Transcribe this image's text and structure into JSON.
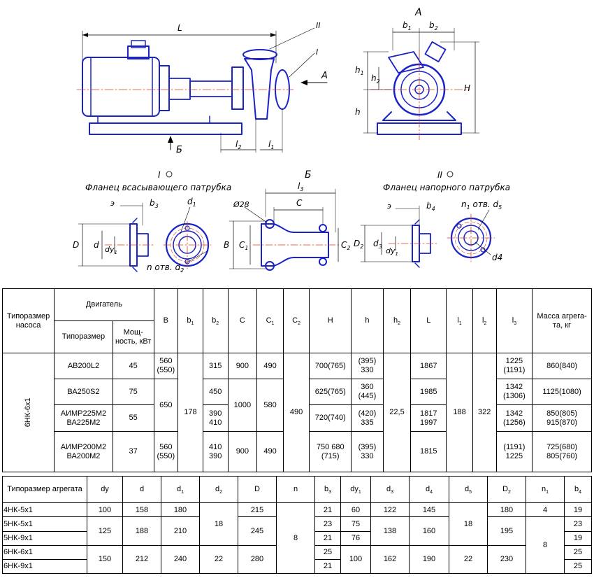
{
  "drawing": {
    "main_labels": {
      "L": "L",
      "II": "II",
      "I": "I",
      "A": "A",
      "B": "Б",
      "l2": "l",
      "l2_sub": "2",
      "l1": "l",
      "l1_sub": "1"
    },
    "side_view": {
      "title": "A",
      "b1": "b",
      "b1_sub": "1",
      "b2": "b",
      "b2_sub": "2",
      "h1": "h",
      "h1_sub": "1",
      "h2": "h",
      "h2_sub": "2",
      "h": "h",
      "H": "H"
    },
    "flange_in": {
      "caption_roman": "I",
      "caption": "Фланец всасывающего патрубка",
      "e": "э",
      "b3": "b",
      "b3_sub": "3",
      "D": "D",
      "d": "d",
      "dy": "dу",
      "dy_sub": "1",
      "d1": "d",
      "d1_sub": "1",
      "holes": "n отв. d",
      "holes_sub": "2"
    },
    "base": {
      "title": "Б",
      "phi": "Ø28",
      "l3": "l",
      "l3_sub": "3",
      "C": "C",
      "B": "B",
      "C1": "C",
      "C1_sub": "1",
      "C2": "C",
      "C2_sub": "2"
    },
    "flange_out": {
      "caption_roman": "II",
      "caption": "Фланец напорного патрубка",
      "e": "э",
      "b4": "b",
      "b4_sub": "4",
      "D2": "D",
      "D2_sub": "2",
      "d3": "d",
      "d3_sub": "3",
      "dy1": "dу",
      "dy1_sub": "1",
      "holes": "n",
      "holes_mid": "1",
      "holes_rest": " отв. d",
      "holes_sub": "5",
      "d4": "d4"
    }
  },
  "table1": {
    "h_pump": "Типоразмер насоса",
    "h_engine": "Двигатель",
    "h_type": "Типоразмер",
    "h_power": "Мощ-ность, кВт",
    "h_B": "B",
    "h_b1": "b",
    "h_b1s": "1",
    "h_b2": "b",
    "h_b2s": "2",
    "h_C": "C",
    "h_C1": "C",
    "h_C1s": "1",
    "h_C2": "C",
    "h_C2s": "2",
    "h_H": "H",
    "h_h": "h",
    "h_h2": "h",
    "h_h2s": "2",
    "h_L": "L",
    "h_l1": "l",
    "h_l1s": "1",
    "h_l2": "l",
    "h_l2s": "2",
    "h_l3": "l",
    "h_l3s": "3",
    "h_mass": "Масса агрега-та, кг",
    "pump": "6НК-6х1",
    "b1": "178",
    "C2": "490",
    "h2": "22,5",
    "l1": "188",
    "l2": "322",
    "rows": [
      {
        "type": "АВ200L2",
        "power": "45",
        "B": "560 (550)",
        "b2": "315",
        "C": "900",
        "C1": "490",
        "H": "700(765)",
        "h": "(395) 330",
        "L": "1867",
        "l3": "1225 (1191)",
        "mass": "860(840)"
      },
      {
        "type": "ВА250S2",
        "power": "75",
        "B": "",
        "b2": "450",
        "C": "",
        "C1": "",
        "H": "625(765)",
        "h": "360 (445)",
        "L": "1985",
        "l3": "1342 (1306)",
        "mass": "1125(1080)"
      },
      {
        "type": "АИМР225М2 ВА225М2",
        "power": "55",
        "B": "",
        "b2": "390 410",
        "C": "",
        "C1": "",
        "H": "720(740)",
        "h": "(420) 335",
        "L": "1817 1997",
        "l3": "1342 (1256)",
        "mass": "850(805) 915(870)"
      },
      {
        "type": "АИМР200М2 ВА200М2",
        "power": "37",
        "B": "560 (550)",
        "b2": "410 390",
        "C": "900",
        "C1": "490",
        "H": "750 680 (715)",
        "h": "(395) 330",
        "L": "1815",
        "l3": "(1191) 1225",
        "mass": "725(680) 805(760)"
      }
    ],
    "B_merged": "650",
    "C_merged": "1000",
    "C1_merged": "580"
  },
  "table2": {
    "h_agg": "Типоразмер агрегата",
    "h_dy": "dy",
    "h_d": "d",
    "h_d1": "d",
    "h_d1s": "1",
    "h_d2": "d",
    "h_d2s": "2",
    "h_D": "D",
    "h_n": "n",
    "h_b3": "b",
    "h_b3s": "3",
    "h_dy1": "dy",
    "h_dy1s": "1",
    "h_d3": "d",
    "h_d3s": "3",
    "h_d4": "d",
    "h_d4s": "4",
    "h_d5": "d",
    "h_d5s": "5",
    "h_D2": "D",
    "h_D2s": "2",
    "h_n1": "n",
    "h_n1s": "1",
    "h_b4": "b",
    "h_b4s": "4",
    "r1": {
      "agg": "4НК-5х1",
      "dy": "100",
      "d": "158",
      "d1": "180",
      "D": "215",
      "b3": "21",
      "dy1": "60",
      "d3": "122",
      "d4": "145",
      "D2": "180",
      "n1": "4",
      "b4": "19"
    },
    "r2": {
      "agg": "5НК-5х1",
      "b3": "23",
      "dy1": "75",
      "b4": "23"
    },
    "r3": {
      "agg": "5НК-9х1",
      "b3": "21",
      "dy1": "76",
      "b4": "19"
    },
    "r4": {
      "agg": "6НК-6х1",
      "b3": "25",
      "b4": "25"
    },
    "r5": {
      "agg": "6НК-9х1",
      "b3": "21",
      "b4": "25"
    },
    "g23": {
      "dy": "125",
      "d": "188",
      "d1": "210",
      "D": "245",
      "d3": "138",
      "d4": "160",
      "D2": "195"
    },
    "g45": {
      "dy": "150",
      "d": "212",
      "d1": "240",
      "d2": "22",
      "D": "280",
      "dy1": "100",
      "d3": "162",
      "d4": "190",
      "d5": "22",
      "D2": "230"
    },
    "d2_m": "18",
    "n_m": "8",
    "d5_m": "18",
    "n1_m": "8"
  }
}
